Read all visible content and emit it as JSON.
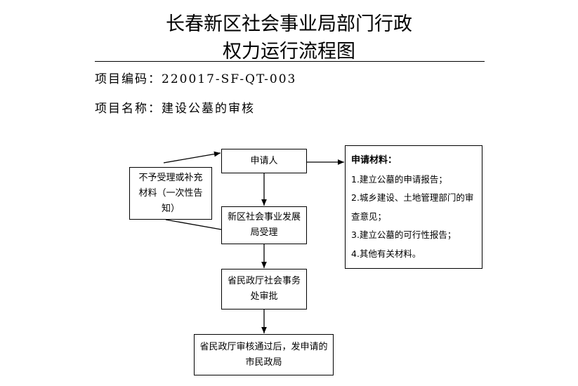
{
  "title": {
    "line1": "长春新区社会事业局部门行政",
    "line2": "权力运行流程图"
  },
  "project_code": {
    "label": "项目编码：",
    "value": "220017-SF-QT-003"
  },
  "project_name": {
    "label": "项目名称：",
    "value": "建设公墓的审核"
  },
  "flow": {
    "applicant": "申请人",
    "reject": "不予受理或补充材料（一次性告知）",
    "accept": "新区社会事业发展局受理",
    "province_approve": "省民政厅社会事务处审批",
    "final": "省民政厅审核通过后，发申请的市民政局"
  },
  "materials": {
    "heading": "申请材料：",
    "items": [
      "1.建立公墓的申请报告；",
      "2.城乡建设、土地管理部门的审查意见；",
      "3.建立公墓的可行性报告；",
      "4.其他有关材料。"
    ]
  }
}
